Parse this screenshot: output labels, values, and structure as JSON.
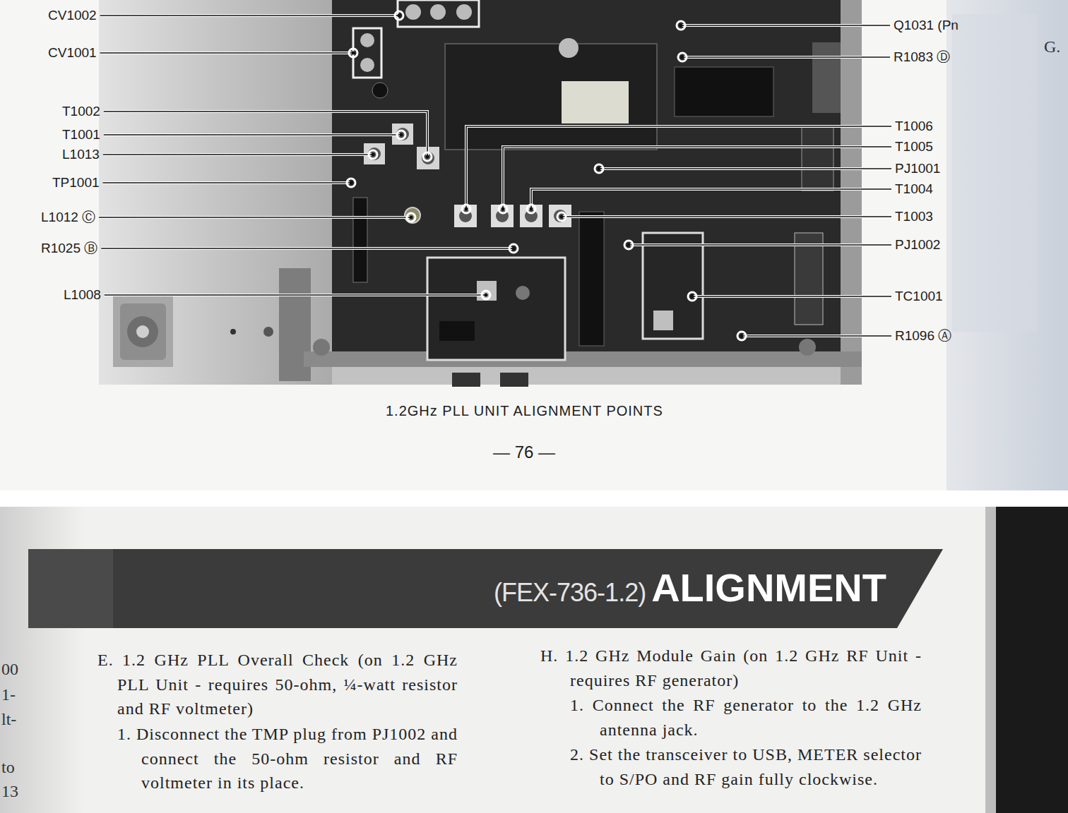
{
  "diagram": {
    "caption": "1.2GHz PLL UNIT ALIGNMENT POINTS",
    "nodes": [
      {
        "text": [
          "(FEX-736-1.2)",
          "ALIGNMENT"
        ]
      }
    ],
    "labels": [
      "CV1002",
      "CV1001",
      "T1002",
      "T1001",
      "L1013",
      "TP1001",
      "L1012 Ⓒ",
      "R1025 Ⓑ",
      "L1008",
      "Q1031 (Pn",
      "R1083 Ⓓ",
      "T1006",
      "T1005",
      "PJ1001",
      "T1004",
      "T1003",
      "PJ1002",
      "TC1001",
      "R1096 Ⓐ",
      "G.",
      "— 76 —",
      "00",
      "1-",
      "lt-",
      "to",
      "13",
      "E. 1.2 GHz PLL Overall Check (on 1.2 GHz PLL Unit - requires 50-ohm, ¼-watt resistor and RF voltmeter)",
      "1. Disconnect the TMP plug from PJ1002 and connect the 50-ohm resistor and RF voltmeter in its place.",
      "H. 1.2 GHz Module Gain (on 1.2 GHz RF Unit - requires RF generator)",
      "1. Connect the RF generator to the 1.2 GHz antenna jack.",
      "2. Set the transceiver to USB, METER selector to S/PO and RF gain fully clockwise."
    ]
  }
}
